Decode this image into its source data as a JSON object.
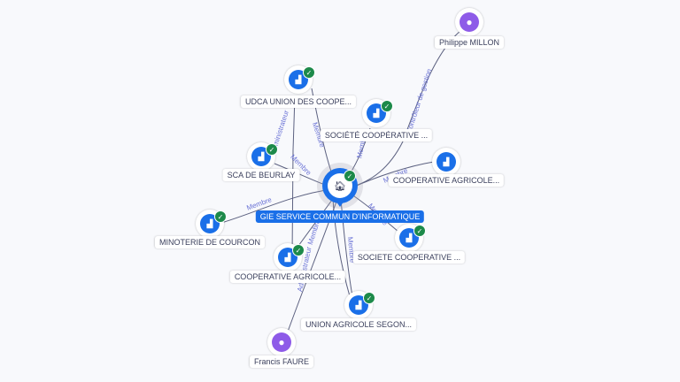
{
  "center": {
    "label": "GIE SERVICE COMMUN D'INFORMATIQUE",
    "icon": "building-icon",
    "verified": true
  },
  "nodes": [
    {
      "label": "Philippe MILLON",
      "type": "person"
    },
    {
      "label": "UDCA UNION DES COOPE...",
      "type": "company",
      "verified": true
    },
    {
      "label": "SOCIÉTÉ COOPÉRATIVE ...",
      "type": "company",
      "verified": true
    },
    {
      "label": "SCA DE BEURLAY",
      "type": "company",
      "verified": true
    },
    {
      "label": "COOPERATIVE AGRICOLE...",
      "type": "company",
      "verified": false
    },
    {
      "label": "MINOTERIE DE COURCON",
      "type": "company",
      "verified": true
    },
    {
      "label": "SOCIETE COOPERATIVE ...",
      "type": "company",
      "verified": true
    },
    {
      "label": "COOPERATIVE AGRICOLE...",
      "type": "company",
      "verified": true
    },
    {
      "label": "UNION AGRICOLE SEGON...",
      "type": "company",
      "verified": true
    },
    {
      "label": "Francis FAURE",
      "type": "person"
    }
  ],
  "edge_labels": {
    "controleur": "Contrôleur de gestion",
    "administrateur": "Administrateur",
    "membre": "Membre"
  },
  "colors": {
    "company": "#1a6fe8",
    "person": "#8e5be8",
    "verified": "#1d8a4a",
    "edge_label": "#6b73d6"
  }
}
